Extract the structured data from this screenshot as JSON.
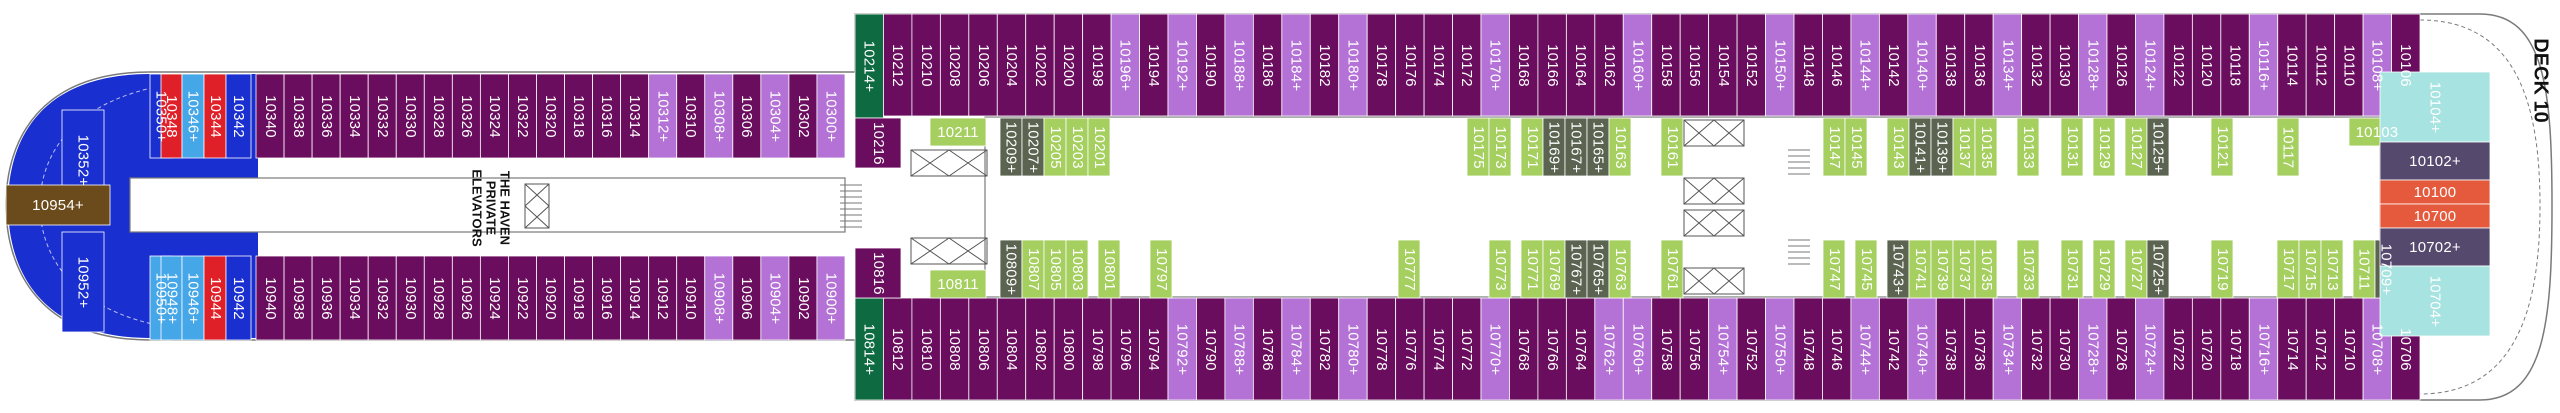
{
  "deck_label": "DECK 10",
  "haven_elevators": "THE HAVEN\nPRIVATE\nELEVATORS",
  "colors": {
    "purple": "#6b0d5e",
    "lavender": "#b572d6",
    "lime": "#a5cf5f",
    "dark_green_gray": "#5a6450",
    "blue": "#1a2fd0",
    "light_blue": "#45a6e8",
    "red": "#e02029",
    "orange": "#e55a3c",
    "slate": "#55496e",
    "teal": "#a7e3e0",
    "brown": "#6b4a1b",
    "dark_green": "#0e6a40",
    "outline": "#7a7a7a"
  },
  "cabins": {
    "top_aft": [
      "10350+",
      "10348",
      "10346+",
      "10344",
      "10342"
    ],
    "top_forward_mid": [
      "10340",
      "10338",
      "10336",
      "10334",
      "10332",
      "10330",
      "10328",
      "10326",
      "10324",
      "10322",
      "10320",
      "10318",
      "10316",
      "10314",
      "10312+",
      "10310",
      "10308+",
      "10306",
      "10304+",
      "10302",
      "10300+"
    ],
    "top_forward": [
      "10214+",
      "10212",
      "10210",
      "10208",
      "10206",
      "10204",
      "10202",
      "10200",
      "10198",
      "10196+",
      "10194",
      "10192+",
      "10190",
      "10188+",
      "10186",
      "10184+",
      "10182",
      "10180+",
      "10178",
      "10176",
      "10174",
      "10172",
      "10170+",
      "10168",
      "10166",
      "10164",
      "10162",
      "10160+",
      "10158",
      "10156",
      "10154",
      "10152",
      "10150+",
      "10148",
      "10146",
      "10144+",
      "10142",
      "10140+",
      "10138",
      "10136",
      "10134+",
      "10132",
      "10130",
      "10128+",
      "10126",
      "10124+",
      "10122",
      "10120",
      "10118",
      "10116+",
      "10114",
      "10112",
      "10110",
      "10108+",
      "10106"
    ],
    "top_inner": [
      "10216",
      "10211",
      "10209+",
      "10207+",
      "10205",
      "10203",
      "10201",
      "10175",
      "10173",
      "10171",
      "10169+",
      "10167+",
      "10165+",
      "10163",
      "10161",
      "10147",
      "10145",
      "10143",
      "10141+",
      "10139+",
      "10137",
      "10135",
      "10133",
      "10131",
      "10129",
      "10127",
      "10125+",
      "10121",
      "10117",
      "10103"
    ],
    "bottom_aft": [
      "10950+",
      "10948+",
      "10946+",
      "10944",
      "10942"
    ],
    "bottom_forward_mid": [
      "10940",
      "10938",
      "10936",
      "10934",
      "10932",
      "10930",
      "10928",
      "10926",
      "10924",
      "10922",
      "10920",
      "10918",
      "10916",
      "10914",
      "10912",
      "10910",
      "10908+",
      "10906",
      "10904+",
      "10902",
      "10900+"
    ],
    "bottom_forward": [
      "10814+",
      "10812",
      "10810",
      "10808",
      "10806",
      "10804",
      "10802",
      "10800",
      "10798",
      "10796",
      "10794",
      "10792+",
      "10790",
      "10788+",
      "10786",
      "10784+",
      "10782",
      "10780+",
      "10778",
      "10776",
      "10774",
      "10772",
      "10770+",
      "10768",
      "10766",
      "10764",
      "10762+",
      "10760+",
      "10758",
      "10756",
      "10754+",
      "10752",
      "10750+",
      "10748",
      "10746",
      "10744+",
      "10742",
      "10740+",
      "10738",
      "10736",
      "10734+",
      "10732",
      "10730",
      "10728+",
      "10726",
      "10724+",
      "10722",
      "10720",
      "10718",
      "10716+",
      "10714",
      "10712",
      "10710",
      "10708+",
      "10706"
    ],
    "bottom_inner": [
      "10816",
      "10811",
      "10809+",
      "10807",
      "10805",
      "10803",
      "10801",
      "10797",
      "10777",
      "10773",
      "10771",
      "10769",
      "10767+",
      "10765+",
      "10763",
      "10761",
      "10747",
      "10745",
      "10743+",
      "10741",
      "10739",
      "10737",
      "10735",
      "10733",
      "10731",
      "10729",
      "10727",
      "10725+",
      "10719",
      "10717",
      "10715",
      "10713",
      "10711",
      "10709+"
    ],
    "aft_end": [
      "10352+",
      "10954+",
      "10952+"
    ],
    "forward_end": [
      "10104+",
      "10102+",
      "10100",
      "10700",
      "10702+",
      "10704+"
    ]
  }
}
